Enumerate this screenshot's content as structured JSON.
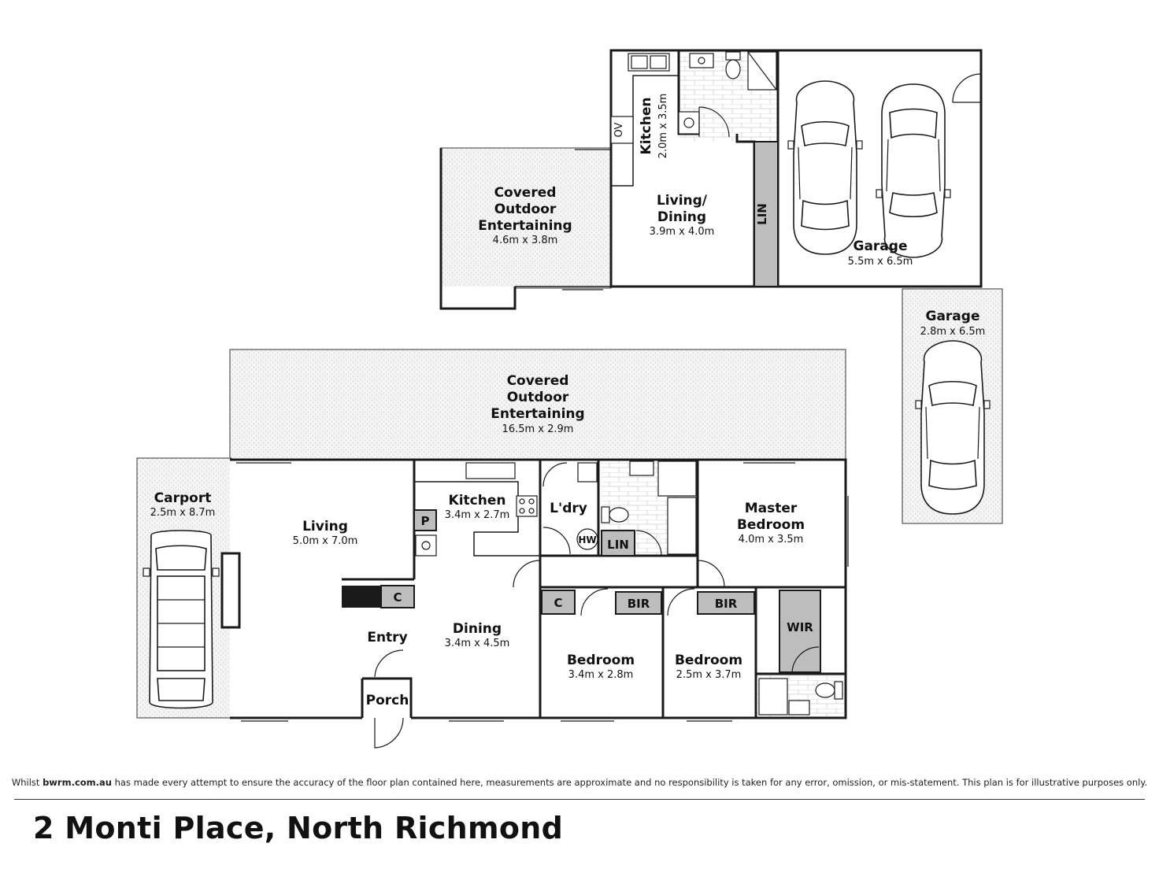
{
  "rooms": {
    "granny_outdoor": {
      "name": [
        "Covered",
        "Outdoor",
        "Entertaining"
      ],
      "dim": "4.6m x 3.8m"
    },
    "granny_kitchen": {
      "name": "Kitchen",
      "dim": "2.0m x 3.5m"
    },
    "granny_living": {
      "name": [
        "Living/",
        "Dining"
      ],
      "dim": "3.9m x 4.0m"
    },
    "double_garage": {
      "name": "Garage",
      "dim": "5.5m x 6.5m"
    },
    "single_garage": {
      "name": "Garage",
      "dim": "2.8m x 6.5m"
    },
    "main_outdoor": {
      "name": [
        "Covered",
        "Outdoor",
        "Entertaining"
      ],
      "dim": "16.5m x 2.9m"
    },
    "carport": {
      "name": "Carport",
      "dim": "2.5m x 8.7m"
    },
    "living": {
      "name": "Living",
      "dim": "5.0m x 7.0m"
    },
    "kitchen": {
      "name": "Kitchen",
      "dim": "3.4m x 2.7m"
    },
    "laundry": {
      "name": "L'dry"
    },
    "master": {
      "name": [
        "Master",
        "Bedroom"
      ],
      "dim": "4.0m x 3.5m"
    },
    "dining": {
      "name": "Dining",
      "dim": "3.4m x 4.5m"
    },
    "entry": {
      "name": "Entry"
    },
    "porch": {
      "name": "Porch"
    },
    "bedroom2": {
      "name": "Bedroom",
      "dim": "3.4m x 2.8m"
    },
    "bedroom3": {
      "name": "Bedroom",
      "dim": "2.5m x 3.7m"
    }
  },
  "labels": {
    "ov": "OV",
    "lin_granny": "LIN",
    "lin_main": "LIN",
    "hw": "HW",
    "p": "P",
    "c_living": "C",
    "c_hall": "C",
    "bir1": "BIR",
    "bir2": "BIR",
    "wir": "WIR"
  },
  "footer": {
    "disclaimer_pre": "Whilst ",
    "disclaimer_site": "bwrm.com.au",
    "disclaimer_post": " has made every attempt to ensure the accuracy of the floor plan contained here, measurements are approximate and no responsibility is taken for any error, omission, or mis-statement. This plan is for illustrative purposes only.",
    "address": "2 Monti Place, North Richmond"
  }
}
